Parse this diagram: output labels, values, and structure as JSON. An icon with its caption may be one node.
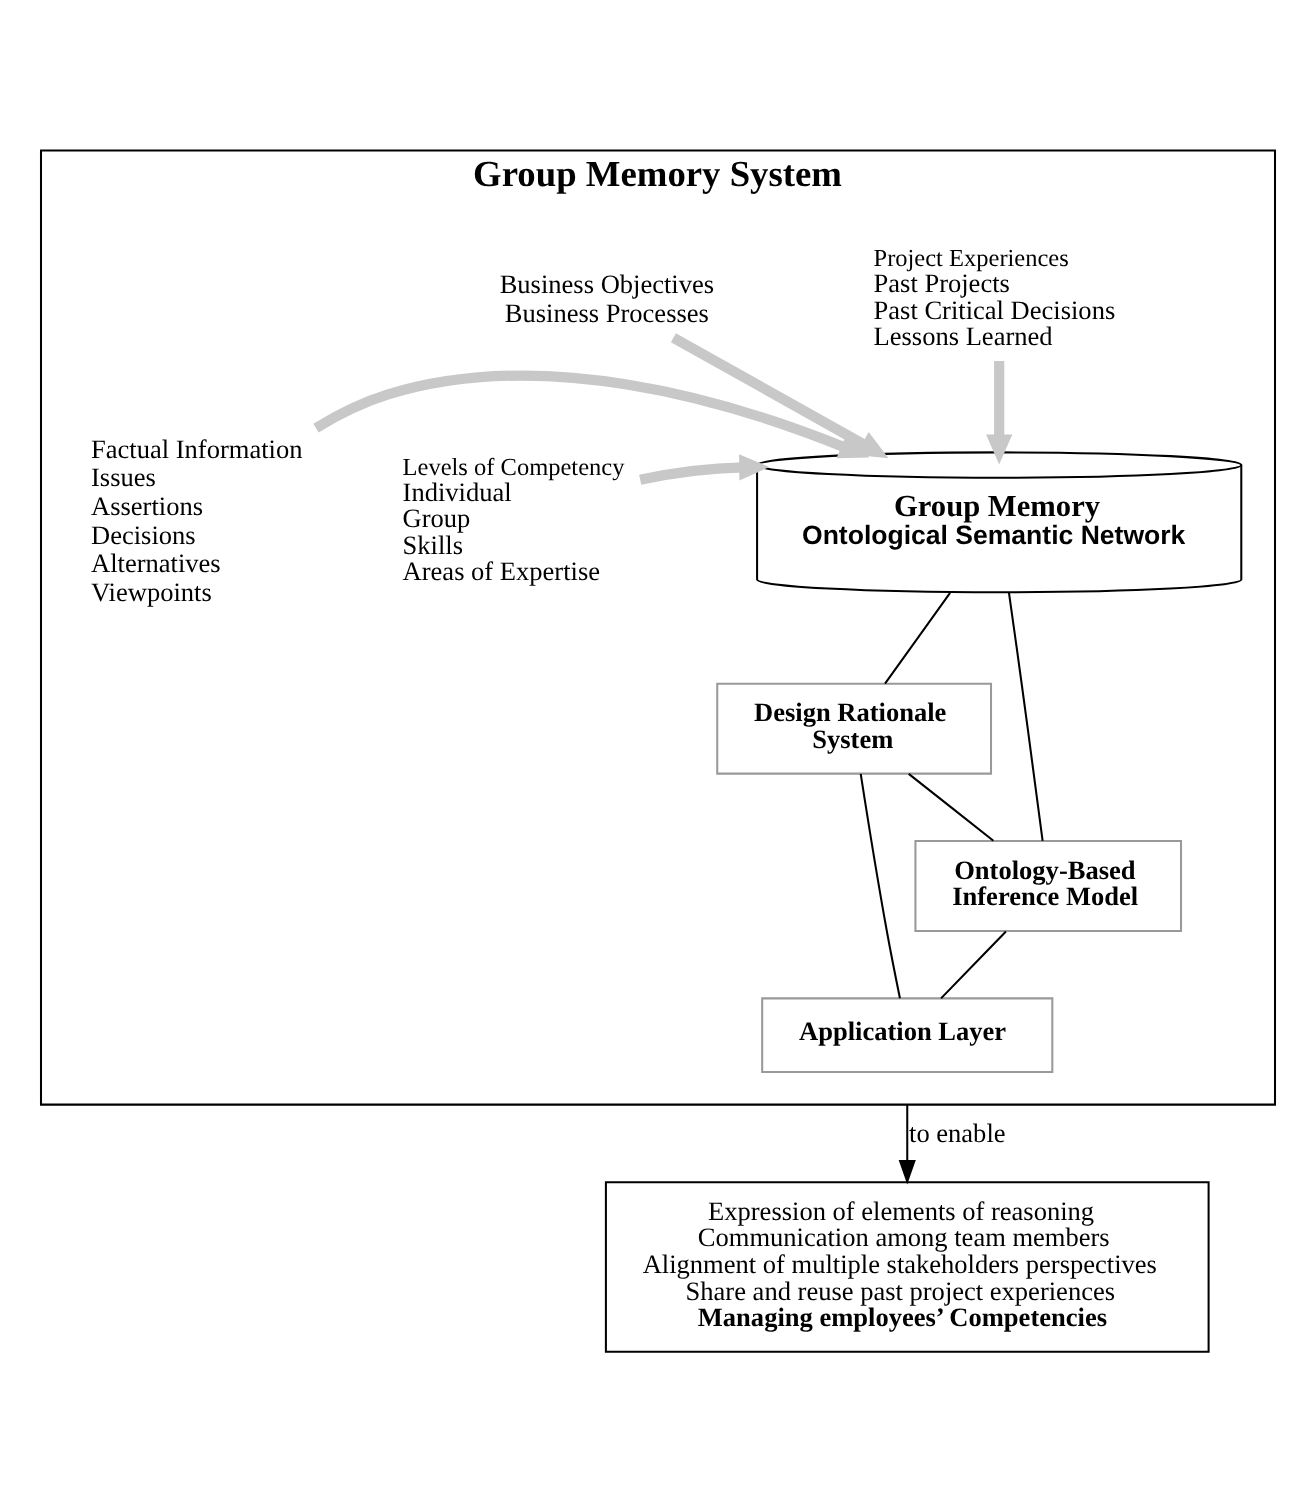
{
  "diagram": {
    "nodes": [
      {
        "text": [
          "Group Memory System"
        ]
      },
      {
        "text": [
          "Business Objectives",
          "Business Processes"
        ],
        "in": 0
      },
      {
        "text": [
          "Project Experiences",
          "Past Projects",
          "Past Critical Decisions",
          "Lessons Learned"
        ],
        "in": 0
      },
      {
        "text": [
          "Factual Information",
          "Issues",
          "Assertions",
          "Decisions",
          "Alternatives",
          "Viewpoints"
        ],
        "in": 0
      },
      {
        "text": [
          "Group Memory",
          "Ontological Semantic Network"
        ],
        "in": 0
      },
      {
        "text": [
          "Levels of Competency",
          "Individual",
          "Group",
          "Skills",
          "Areas of Expertise"
        ],
        "in": 0
      },
      {
        "text": [
          "Design Rationale System"
        ],
        "in": 0
      },
      {
        "text": [
          "Ontology-Based Inference Model"
        ],
        "in": 0
      },
      {
        "text": [
          "Application Layer"
        ],
        "in": 0
      },
      {
        "text": [
          "Expression of elements of reasoning",
          "Communication among team members",
          "Alignment of multiple stakeholders perspectives",
          "Share and reuse past project experiences",
          "Managing employees’ Competencies"
        ]
      }
    ],
    "edges": [
      {
        "from": 1,
        "to": 4,
        "arrow": "to",
        "style": "thick",
        "color": "#c8c8c8"
      },
      {
        "from": 2,
        "to": 4,
        "arrow": "to",
        "style": "thick",
        "color": "#c8c8c8"
      },
      {
        "from": 3,
        "to": 4,
        "arrow": "to",
        "style": "thick",
        "color": "#c8c8c8"
      },
      {
        "from": 5,
        "to": 4,
        "arrow": "to",
        "style": "thick",
        "color": "#c8c8c8"
      },
      {
        "from": 4,
        "to": 6,
        "arrow": "none"
      },
      {
        "from": 4,
        "to": 7,
        "arrow": "none"
      },
      {
        "from": 6,
        "to": 7,
        "arrow": "none"
      },
      {
        "from": 6,
        "to": 8,
        "arrow": "none"
      },
      {
        "from": 7,
        "to": 8,
        "arrow": "none"
      },
      {
        "from": 0,
        "to": 9,
        "arrow": "to",
        "label": "to enable"
      }
    ]
  }
}
